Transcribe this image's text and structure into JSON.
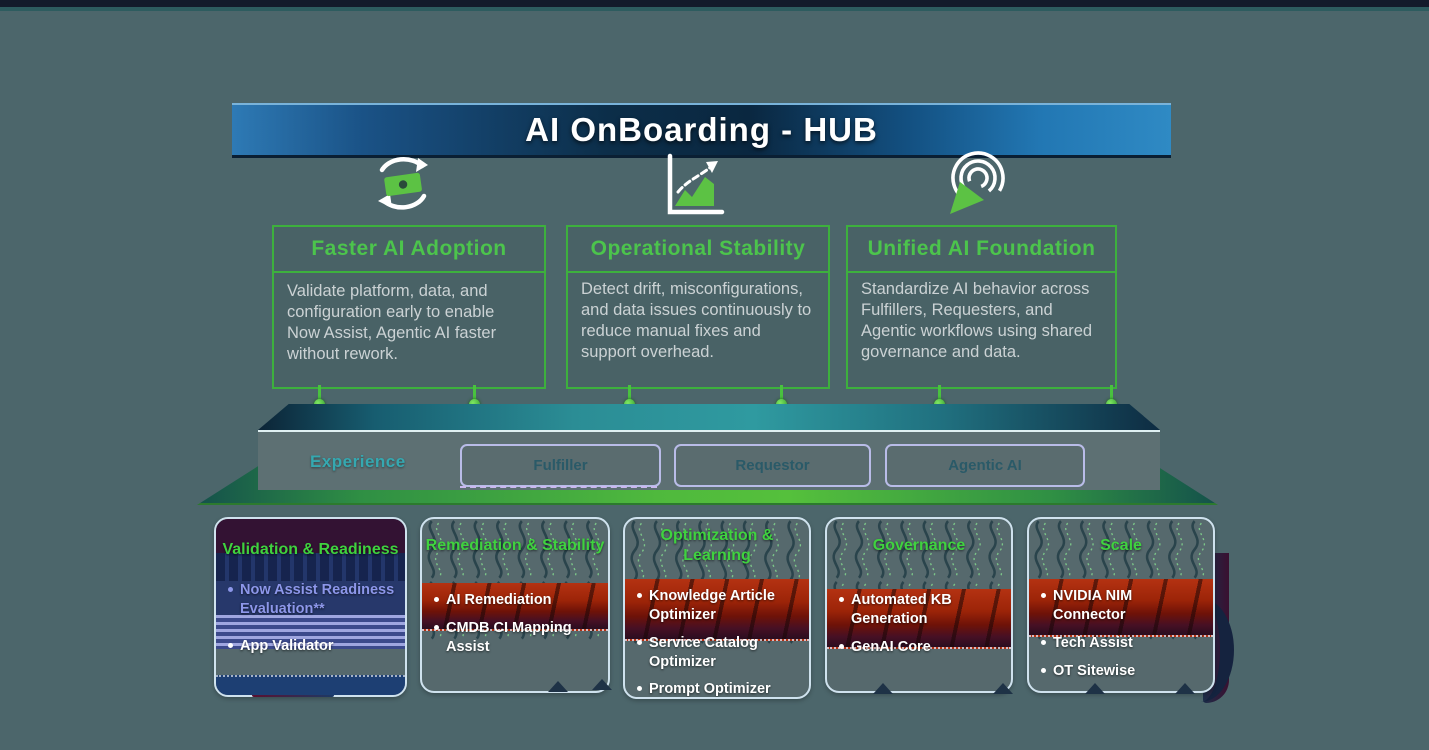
{
  "header": {
    "title": "AI OnBoarding - HUB"
  },
  "pillars": [
    {
      "icon": "money-cycle-icon",
      "title": "Faster AI Adoption",
      "description": "Validate platform, data, and configuration early to enable Now Assist, Agentic AI faster without rework."
    },
    {
      "icon": "growth-chart-icon",
      "title": "Operational Stability",
      "description": "Detect drift, misconfigurations, and data issues continuously to reduce manual fixes and support overhead."
    },
    {
      "icon": "target-reach-icon",
      "title": "Unified AI Foundation",
      "description": "Standardize AI behavior across Fulfillers, Requesters, and Agentic workflows using shared governance and data."
    }
  ],
  "experience_bar": {
    "label": "Experience",
    "buttons": [
      "Fulfiller",
      "Requestor",
      "Agentic AI"
    ]
  },
  "capability_cards": [
    {
      "title": "Validation & Readiness",
      "items": [
        "Now Assist Readiness Evaluation**",
        "App Validator"
      ]
    },
    {
      "title": "Remediation & Stability",
      "items": [
        "AI Remediation",
        "CMDB CI Mapping Assist"
      ]
    },
    {
      "title": "Optimization & Learning",
      "items": [
        "Knowledge Article Optimizer",
        "Service Catalog Optimizer",
        "Prompt Optimizer"
      ]
    },
    {
      "title": "Governance",
      "items": [
        "Automated KB Generation",
        "GenAI Core"
      ]
    },
    {
      "title": "Scale",
      "items": [
        "NVIDIA NIM Connector",
        "Tech Assist",
        "OT Sitewise"
      ]
    }
  ],
  "colors": {
    "background": "#4c666b",
    "accent_green": "#4cc44c",
    "banner_blue": "#2d7cb8",
    "teal_bar": "#2f9aa0",
    "red_band": "#a32310",
    "periwinkle_text": "#8d97ea"
  }
}
